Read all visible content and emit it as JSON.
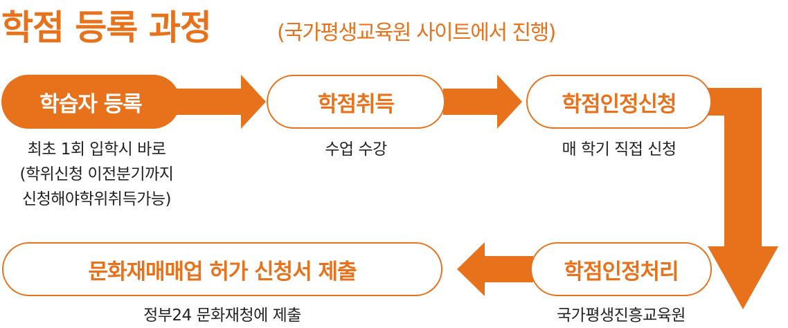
{
  "title": {
    "main": "학점 등록 과정",
    "sub": "(국가평생교육원 사이트에서 진행)"
  },
  "steps": [
    {
      "label": "학습자 등록",
      "lines": [
        "최초 1회 입학시 바로",
        "(학위신청 이전분기까지",
        "신청해야학위취득가능)"
      ]
    },
    {
      "label": "학점취득",
      "lines": [
        "수업 수강"
      ]
    },
    {
      "label": "학점인정신청",
      "lines": [
        "매 학기 직접 신청"
      ]
    },
    {
      "label": "학점인정처리",
      "lines": [
        "국가평생진흥교육원"
      ]
    },
    {
      "label": "문화재매매업 허가 신청서 제출",
      "lines": [
        "정부24 문화재청에 제출"
      ]
    }
  ],
  "colors": {
    "accent": "#e8721c",
    "text": "#222222",
    "background": "#ffffff"
  }
}
